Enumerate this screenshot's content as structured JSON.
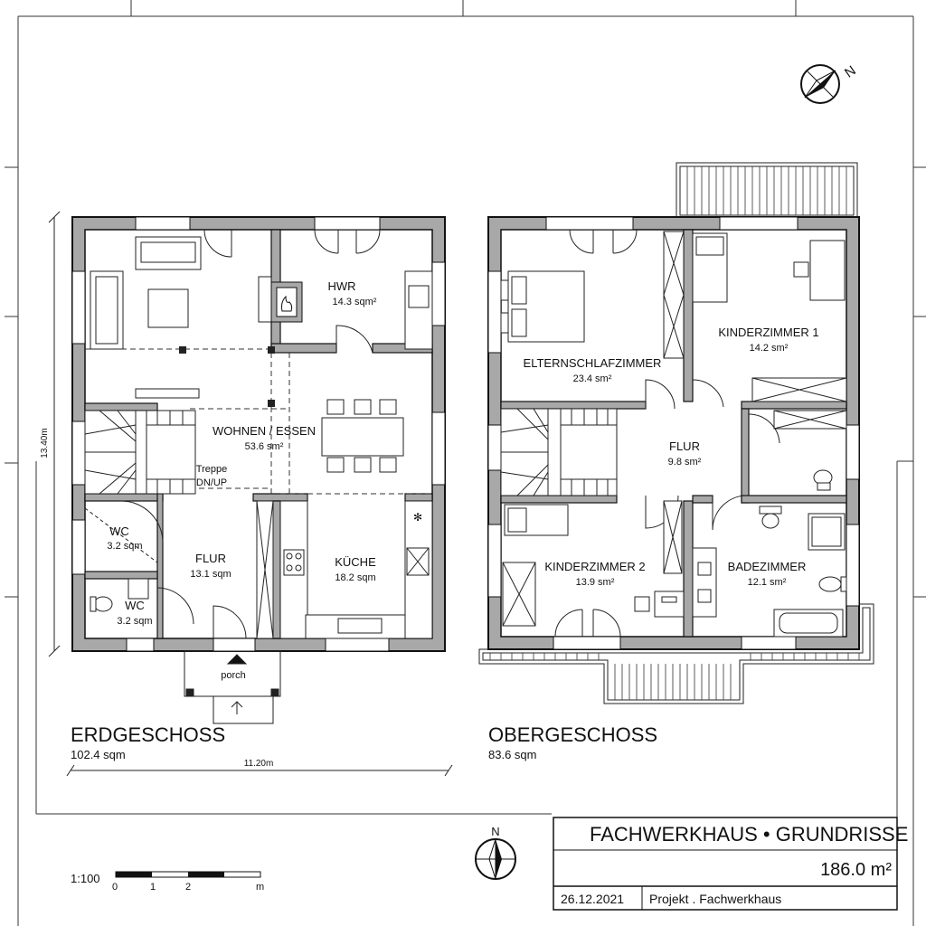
{
  "ground_floor": {
    "title": "ERDGESCHOSS",
    "total_area": "102.4 sqm",
    "width_dim": "11.20m",
    "depth_dim": "13.40m",
    "rooms": [
      {
        "name": "HWR",
        "area": "14.3 sqm²"
      },
      {
        "name": "WOHNEN / ESSEN",
        "area": "53.6 sm²"
      },
      {
        "name": "WC",
        "area": "3.2 sqm"
      },
      {
        "name": "FLUR",
        "area": "13.1 sqm"
      },
      {
        "name": "KÜCHE",
        "area": "18.2 sqm"
      },
      {
        "name": "WC",
        "area": "3.2 sqm"
      }
    ],
    "stair_label": "Treppe",
    "stair_dir": "DN/UP",
    "entry_label": "porch"
  },
  "upper_floor": {
    "title": "OBERGESCHOSS",
    "total_area": "83.6 sqm",
    "rooms": [
      {
        "name": "ELTERNSCHLAFZIMMER",
        "area": "23.4 sm²"
      },
      {
        "name": "KINDERZIMMER 1",
        "area": "14.2 sm²"
      },
      {
        "name": "FLUR",
        "area": "9.8 sm²"
      },
      {
        "name": "KINDERZIMMER 2",
        "area": "13.9 sm²"
      },
      {
        "name": "BADEZIMMER",
        "area": "12.1 sm²"
      }
    ]
  },
  "north_label": "N",
  "compass_top_label": "N",
  "scale": {
    "ratio": "1:100",
    "ticks": [
      "0",
      "1",
      "2",
      "m"
    ]
  },
  "title_block": {
    "title": "FACHWERKHAUS • GRUNDRISSE",
    "total_area": "186.0 m²",
    "date": "26.12.2021",
    "project": "Projekt . Fachwerkhaus"
  },
  "colors": {
    "wall_fill": "#a8a8a8",
    "line": "#1a1a1a",
    "background": "#ffffff"
  }
}
